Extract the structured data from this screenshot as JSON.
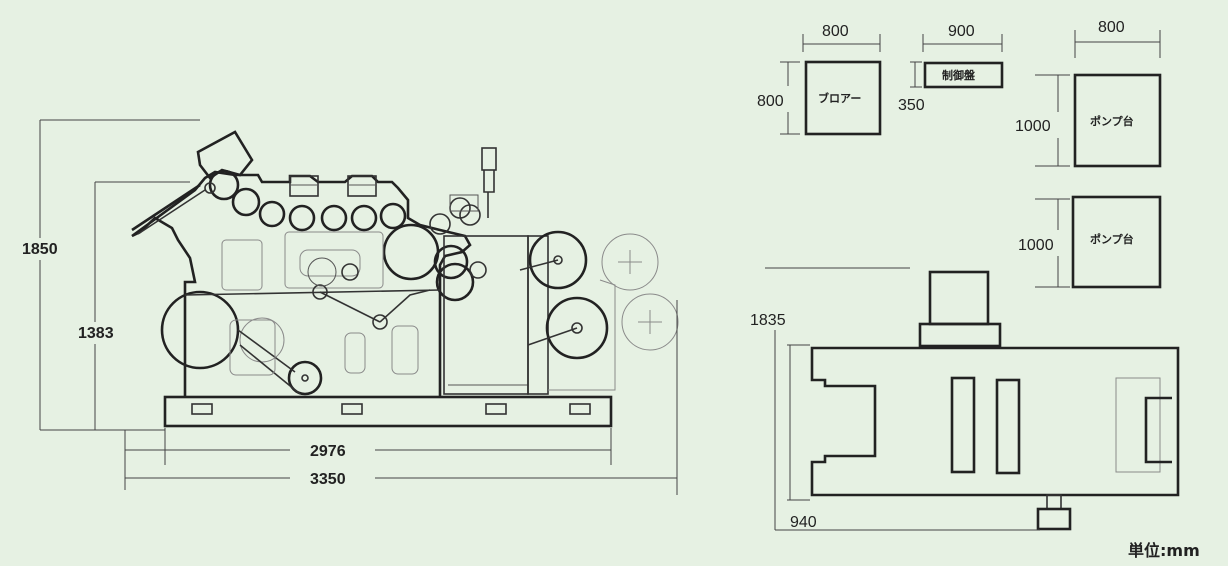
{
  "machine": {
    "height_total": "1850",
    "height_body": "1383",
    "width_base": "2976",
    "width_total": "3350"
  },
  "blower": {
    "width": "800",
    "height": "800",
    "label": "ブロアー"
  },
  "control_panel": {
    "width": "900",
    "height": "350",
    "label": "制御盤"
  },
  "pump_stand_1": {
    "width": "800",
    "height": "1000",
    "label": "ポンプ台"
  },
  "pump_stand_2": {
    "height": "1000",
    "label": "ポンプ台"
  },
  "plan_view": {
    "height": "1835",
    "depth": "940"
  },
  "unit_note": "単位:mm"
}
